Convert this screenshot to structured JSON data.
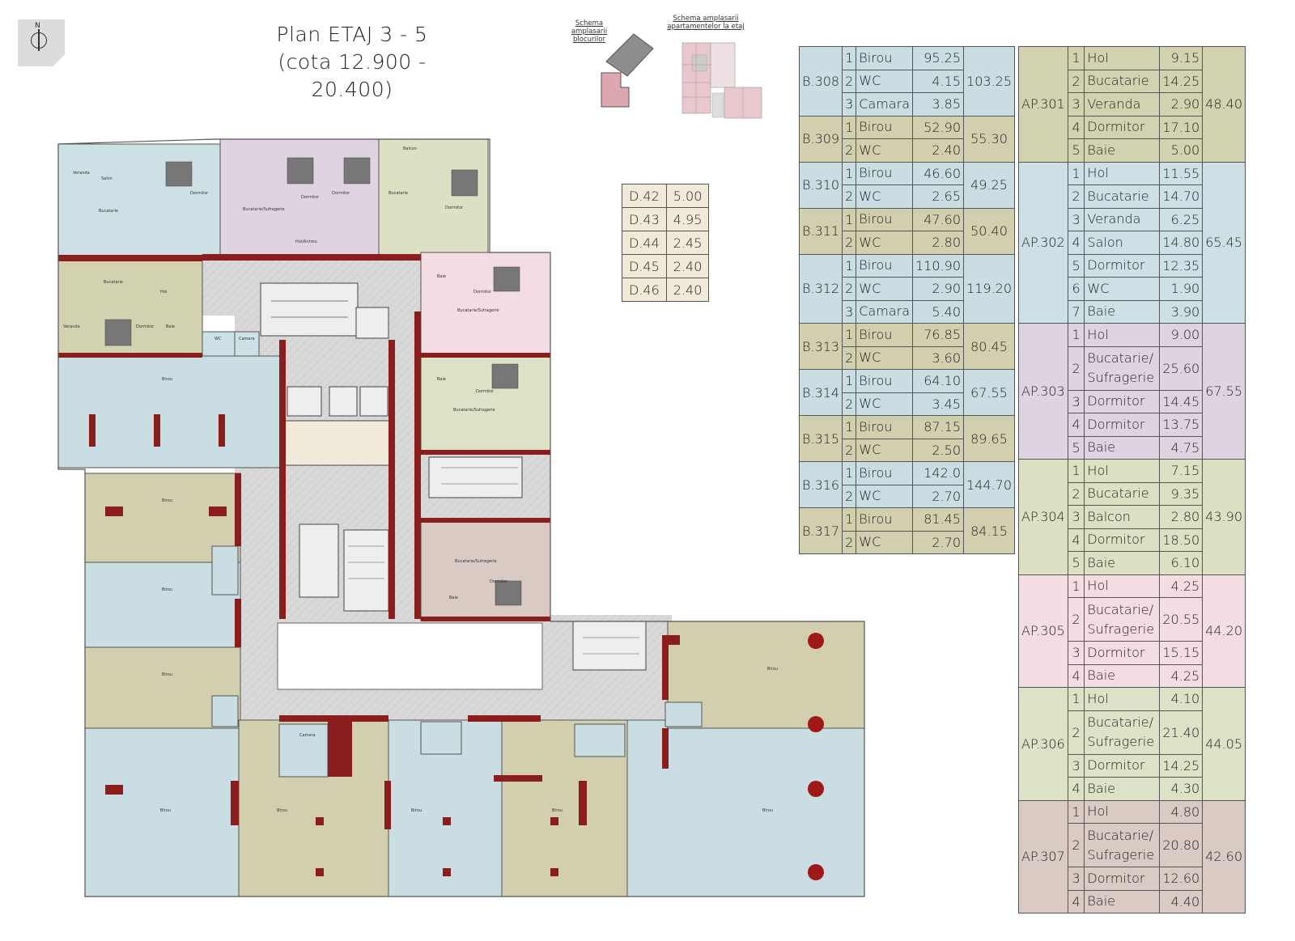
{
  "title_line1": "Plan ETAJ 3 - 5",
  "title_line2": "(cota 12.900 - 20.400)",
  "compass_label": "N",
  "schema_blocks_label_1": "Schema amplasarii",
  "schema_blocks_label_2": "blocurilor",
  "schema_apts_label_1": "Schema amplasarii",
  "schema_apts_label_2": "apartamentelor la etaj",
  "colors": {
    "office_blue": "#c9dde3",
    "office_olive": "#d2cfaf",
    "apt_301": "#d3d2b0",
    "apt_302": "#cde0e5",
    "apt_303": "#e0d3e1",
    "apt_304": "#dde0c3",
    "apt_305": "#f3dde2",
    "apt_306": "#dde1c6",
    "apt_307": "#d9cbc4",
    "wall": "#8b1d1d",
    "core": "#cfcfcf"
  },
  "doors": [
    {
      "name": "D.42",
      "value": "5.00"
    },
    {
      "name": "D.43",
      "value": "4.95"
    },
    {
      "name": "D.44",
      "value": "2.45"
    },
    {
      "name": "D.45",
      "value": "2.40"
    },
    {
      "name": "D.46",
      "value": "2.40"
    }
  ],
  "offices": [
    {
      "name": "B.308",
      "total": "103.25",
      "color": "#c9dde3",
      "rooms": [
        {
          "n": "1",
          "room": "Birou",
          "area": "95.25"
        },
        {
          "n": "2",
          "room": "WC",
          "area": "4.15"
        },
        {
          "n": "3",
          "room": "Camara",
          "area": "3.85"
        }
      ]
    },
    {
      "name": "B.309",
      "total": "55.30",
      "color": "#d2cfaf",
      "rooms": [
        {
          "n": "1",
          "room": "Birou",
          "area": "52.90"
        },
        {
          "n": "2",
          "room": "WC",
          "area": "2.40"
        }
      ]
    },
    {
      "name": "B.310",
      "total": "49.25",
      "color": "#c9dde3",
      "rooms": [
        {
          "n": "1",
          "room": "Birou",
          "area": "46.60"
        },
        {
          "n": "2",
          "room": "WC",
          "area": "2.65"
        }
      ]
    },
    {
      "name": "B.311",
      "total": "50.40",
      "color": "#d2cfaf",
      "rooms": [
        {
          "n": "1",
          "room": "Birou",
          "area": "47.60"
        },
        {
          "n": "2",
          "room": "WC",
          "area": "2.80"
        }
      ]
    },
    {
      "name": "B.312",
      "total": "119.20",
      "color": "#c9dde3",
      "rooms": [
        {
          "n": "1",
          "room": "Birou",
          "area": "110.90"
        },
        {
          "n": "2",
          "room": "WC",
          "area": "2.90"
        },
        {
          "n": "3",
          "room": "Camara",
          "area": "5.40"
        }
      ]
    },
    {
      "name": "B.313",
      "total": "80.45",
      "color": "#d2cfaf",
      "rooms": [
        {
          "n": "1",
          "room": "Birou",
          "area": "76.85"
        },
        {
          "n": "2",
          "room": "WC",
          "area": "3.60"
        }
      ]
    },
    {
      "name": "B.314",
      "total": "67.55",
      "color": "#c9dde3",
      "rooms": [
        {
          "n": "1",
          "room": "Birou",
          "area": "64.10"
        },
        {
          "n": "2",
          "room": "WC",
          "area": "3.45"
        }
      ]
    },
    {
      "name": "B.315",
      "total": "89.65",
      "color": "#d2cfaf",
      "rooms": [
        {
          "n": "1",
          "room": "Birou",
          "area": "87.15"
        },
        {
          "n": "2",
          "room": "WC",
          "area": "2.50"
        }
      ]
    },
    {
      "name": "B.316",
      "total": "144.70",
      "color": "#c9dde3",
      "rooms": [
        {
          "n": "1",
          "room": "Birou",
          "area": "142.0"
        },
        {
          "n": "2",
          "room": "WC",
          "area": "2.70"
        }
      ]
    },
    {
      "name": "B.317",
      "total": "84.15",
      "color": "#d2cfaf",
      "rooms": [
        {
          "n": "1",
          "room": "Birou",
          "area": "81.45"
        },
        {
          "n": "2",
          "room": "WC",
          "area": "2.70"
        }
      ]
    }
  ],
  "apartments": [
    {
      "name": "AP.301",
      "total": "48.40",
      "color": "#d3d2b0",
      "rooms": [
        {
          "n": "1",
          "room": "Hol",
          "area": "9.15"
        },
        {
          "n": "2",
          "room": "Bucatarie",
          "area": "14.25"
        },
        {
          "n": "3",
          "room": "Veranda",
          "area": "2.90"
        },
        {
          "n": "4",
          "room": "Dormitor",
          "area": "17.10"
        },
        {
          "n": "5",
          "room": "Baie",
          "area": "5.00"
        }
      ]
    },
    {
      "name": "AP.302",
      "total": "65.45",
      "color": "#cde0e5",
      "rooms": [
        {
          "n": "1",
          "room": "Hol",
          "area": "11.55"
        },
        {
          "n": "2",
          "room": "Bucatarie",
          "area": "14.70"
        },
        {
          "n": "3",
          "room": "Veranda",
          "area": "6.25"
        },
        {
          "n": "4",
          "room": "Salon",
          "area": "14.80"
        },
        {
          "n": "5",
          "room": "Dormitor",
          "area": "12.35"
        },
        {
          "n": "6",
          "room": "WC",
          "area": "1.90"
        },
        {
          "n": "7",
          "room": "Baie",
          "area": "3.90"
        }
      ]
    },
    {
      "name": "AP.303",
      "total": "67.55",
      "color": "#e0d3e1",
      "rooms": [
        {
          "n": "1",
          "room": "Hol",
          "area": "9.00"
        },
        {
          "n": "2",
          "room": "Bucatarie/ Sufragerie",
          "area": "25.60"
        },
        {
          "n": "3",
          "room": "Dormitor",
          "area": "14.45"
        },
        {
          "n": "4",
          "room": "Dormitor",
          "area": "13.75"
        },
        {
          "n": "5",
          "room": "Baie",
          "area": "4.75"
        }
      ]
    },
    {
      "name": "AP.304",
      "total": "43.90",
      "color": "#dde0c3",
      "rooms": [
        {
          "n": "1",
          "room": "Hol",
          "area": "7.15"
        },
        {
          "n": "2",
          "room": "Bucatarie",
          "area": "9.35"
        },
        {
          "n": "3",
          "room": "Balcon",
          "area": "2.80"
        },
        {
          "n": "4",
          "room": "Dormitor",
          "area": "18.50"
        },
        {
          "n": "5",
          "room": "Baie",
          "area": "6.10"
        }
      ]
    },
    {
      "name": "AP.305",
      "total": "44.20",
      "color": "#f3dde2",
      "rooms": [
        {
          "n": "1",
          "room": "Hol",
          "area": "4.25"
        },
        {
          "n": "2",
          "room": "Bucatarie/ Sufragerie",
          "area": "20.55"
        },
        {
          "n": "3",
          "room": "Dormitor",
          "area": "15.15"
        },
        {
          "n": "4",
          "room": "Baie",
          "area": "4.25"
        }
      ]
    },
    {
      "name": "AP.306",
      "total": "44.05",
      "color": "#dde1c6",
      "rooms": [
        {
          "n": "1",
          "room": "Hol",
          "area": "4.10"
        },
        {
          "n": "2",
          "room": "Bucatarie/ Sufragerie",
          "area": "21.40"
        },
        {
          "n": "3",
          "room": "Dormitor",
          "area": "14.25"
        },
        {
          "n": "4",
          "room": "Baie",
          "area": "4.30"
        }
      ]
    },
    {
      "name": "AP.307",
      "total": "42.60",
      "color": "#d9cbc4",
      "rooms": [
        {
          "n": "1",
          "room": "Hol",
          "area": "4.80"
        },
        {
          "n": "2",
          "room": "Bucatarie/ Sufragerie",
          "area": "20.80"
        },
        {
          "n": "3",
          "room": "Dormitor",
          "area": "12.60"
        },
        {
          "n": "4",
          "room": "Baie",
          "area": "4.40"
        }
      ]
    }
  ]
}
